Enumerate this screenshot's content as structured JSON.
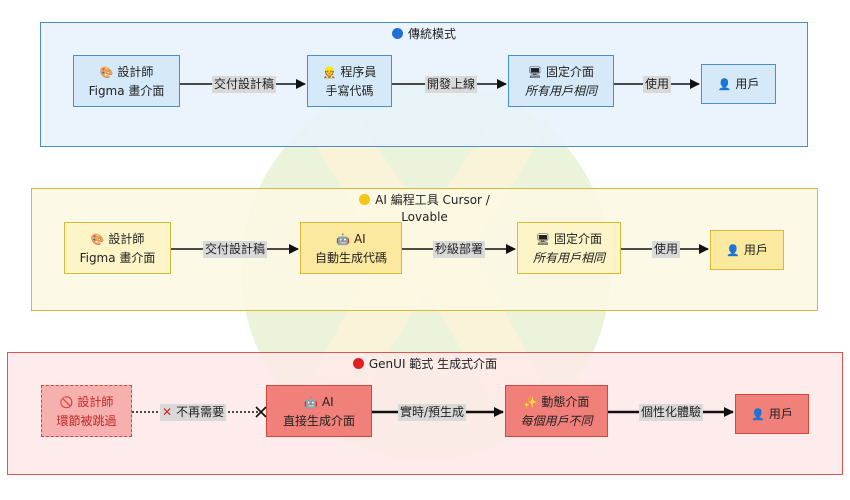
{
  "colors": {
    "blue_fill": "#e8f2fb",
    "blue_border": "#4a90c8",
    "blue_node": "#d6e9f8",
    "yellow_fill": "#fdf8e3",
    "yellow_border": "#d9b838",
    "yellow_node": "#fce9a0",
    "red_fill": "#fde9e8",
    "red_border": "#e05550",
    "red_node": "#f1807a",
    "watermark": "#e3edc8"
  },
  "lanes": {
    "traditional": {
      "dot_icon": "blue-circle-icon",
      "title": "傳統模式",
      "designer": {
        "icon": "palette-icon",
        "line1": "設計師",
        "line2": "Figma 畫介面"
      },
      "programmer": {
        "icon": "programmer-icon",
        "line1": "程序員",
        "line2": "手寫代碼"
      },
      "fixed_ui": {
        "icon": "monitor-icon",
        "line1": "固定介面",
        "line2": "所有用戶相同"
      },
      "user": {
        "icon": "user-icon",
        "label": "用戶"
      },
      "edge1": "交付設計稿",
      "edge2": "開發上線",
      "edge3": "使用"
    },
    "ai_tools": {
      "dot_icon": "yellow-circle-icon",
      "title_line1": "AI 編程工具 Cursor /",
      "title_line2": "Lovable",
      "designer": {
        "icon": "palette-icon",
        "line1": "設計師",
        "line2": "Figma 畫介面"
      },
      "ai": {
        "icon": "robot-icon",
        "line1": "AI",
        "line2": "自動生成代碼"
      },
      "fixed_ui": {
        "icon": "monitor-icon",
        "line1": "固定介面",
        "line2": "所有用戶相同"
      },
      "user": {
        "icon": "user-icon",
        "label": "用戶"
      },
      "edge1": "交付設計稿",
      "edge2": "秒級部署",
      "edge3": "使用"
    },
    "genui": {
      "dot_icon": "red-circle-icon",
      "title": "GenUI 範式 生成式介面",
      "designer": {
        "icon": "prohibited-icon",
        "line1": "設計師",
        "line2": "環節被跳過"
      },
      "ai": {
        "icon": "robot-icon",
        "line1": "AI",
        "line2": "直接生成介面"
      },
      "dynamic_ui": {
        "icon": "sparkles-icon",
        "line1": "動態介面",
        "line2": "每個用戶不同"
      },
      "user": {
        "icon": "user-icon",
        "label": "用戶"
      },
      "edge1": "不再需要",
      "edge2": "實時/預生成",
      "edge3": "個性化體驗"
    }
  }
}
